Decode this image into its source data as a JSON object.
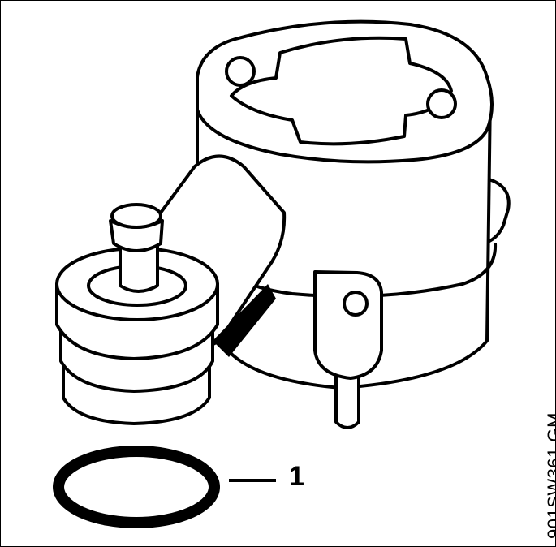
{
  "diagram": {
    "callouts": [
      {
        "number": "1",
        "target": "o-ring"
      }
    ],
    "figure_code": "901SW361 GM",
    "colors": {
      "line": "#000000",
      "fill": "#ffffff"
    }
  }
}
